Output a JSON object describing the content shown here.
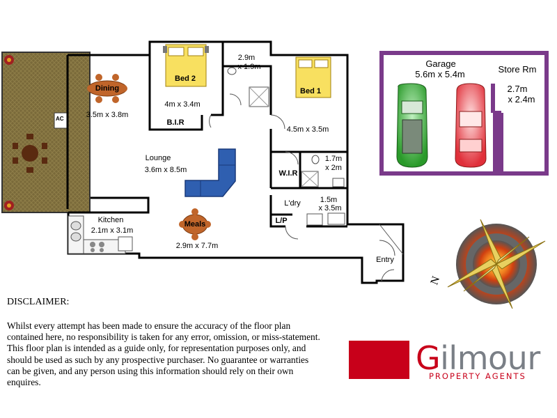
{
  "rooms": {
    "dining": {
      "name": "Dining",
      "dims": "3.5m x 3.8m"
    },
    "bed2": {
      "name": "Bed 2",
      "dims": "4m x 3.4m"
    },
    "ensuite2": {
      "dims_line1": "2.9m",
      "dims_line2": "x 1.9m"
    },
    "bed1": {
      "name": "Bed 1",
      "dims": "4.5m x 3.5m"
    },
    "ensuite1": {
      "dims_line1": "1.7m",
      "dims_line2": "x 2m"
    },
    "lounge": {
      "name": "Lounge",
      "dims": "3.6m x 8.5m"
    },
    "kitchen": {
      "name": "Kitchen",
      "dims": "2.1m x 3.1m"
    },
    "meals": {
      "name": "Meals",
      "dims": "2.9m x 7.7m"
    },
    "laundry": {
      "name": "L'dry",
      "dims_line1": "1.5m",
      "dims_line2": "x 3.5m"
    },
    "entry": {
      "name": "Entry"
    },
    "bir": {
      "name": "B.I.R"
    },
    "wir": {
      "name": "W.I.R"
    },
    "lp": {
      "name": "L/P"
    },
    "ac": {
      "name": "AC"
    }
  },
  "garage": {
    "name": "Garage",
    "dims": "5.6m x 5.4m"
  },
  "store": {
    "name": "Store Rm",
    "dims_line1": "2.7m",
    "dims_line2": "x 2.4m"
  },
  "compass": {
    "label": "N"
  },
  "disclaimer": {
    "title": "DISCLAIMER:",
    "body": "Whilst every attempt has been made to ensure the accuracy of the floor plan contained here, no responsibility is taken for any error, omission, or miss-statement. This floor plan is intended as a guide only, for representation purposes only, and should be used as such by any prospective purchaser. No guarantee or warranties can be given, and any person using this information should rely on their own enquires."
  },
  "logo": {
    "letter": "G",
    "rest": "ilmour",
    "sub": "PROPERTY AGENTS"
  },
  "colors": {
    "balcony": "#7a6a3a",
    "garage_floor": "#7a3a8a",
    "wall": "#000000",
    "logo_red": "#c8001a",
    "logo_grey": "#7a7f86",
    "sofa": "#2f5fb0",
    "table": "#c0652a"
  }
}
